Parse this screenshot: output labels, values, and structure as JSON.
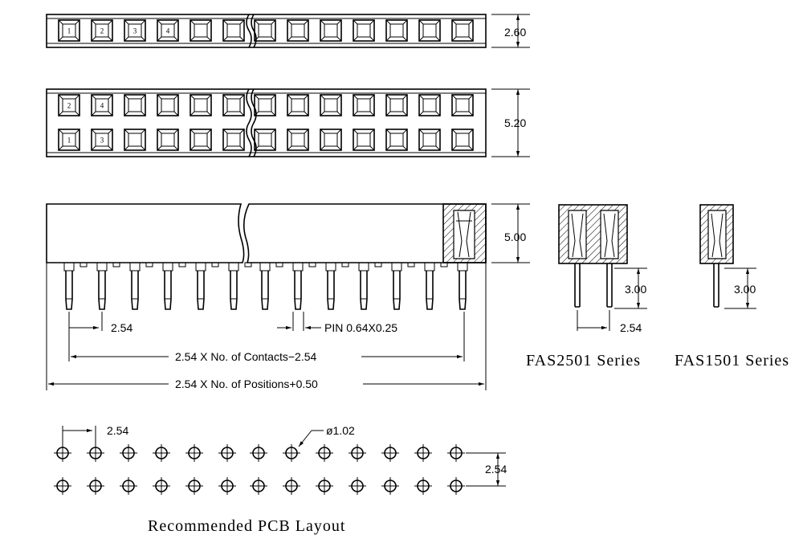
{
  "dimensions": {
    "single_row_height": "2.60",
    "double_row_height": "5.20",
    "body_height": "5.00",
    "pitch": "2.54",
    "pin": "PIN 0.64X0.25",
    "contacts": "2.54 X No. of Contacts−2.54",
    "positions": "2.54 X No. of Positions+0.50",
    "tail": "3.00",
    "hole": "ø1.02"
  },
  "labels": {
    "fas2501": "FAS2501 Series",
    "fas1501": "FAS1501 Series",
    "pcb": "Recommended PCB Layout"
  },
  "pin_numbers": {
    "single_row": [
      "1",
      "2",
      "3",
      "4"
    ],
    "double_row_top": [
      "2",
      "4"
    ],
    "double_row_bottom": [
      "1",
      "3"
    ]
  }
}
